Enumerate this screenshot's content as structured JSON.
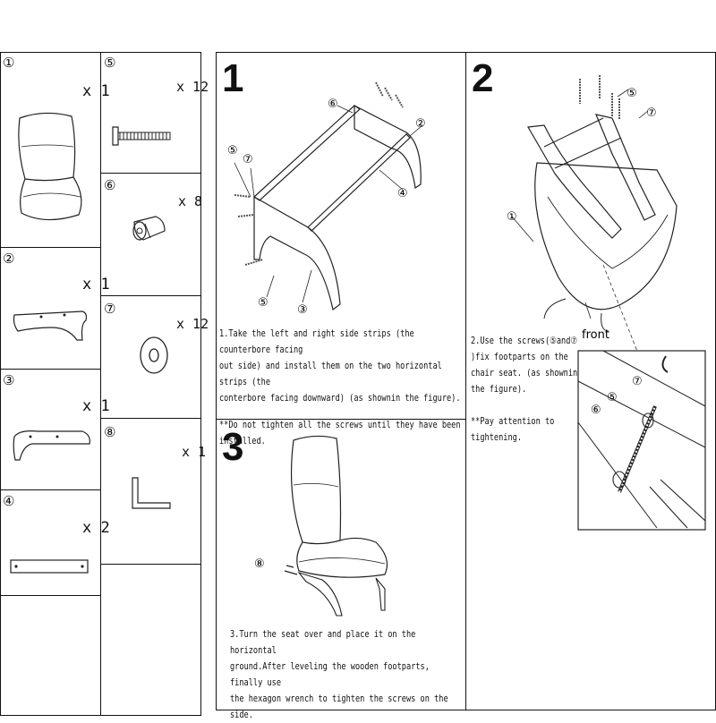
{
  "parts": [
    {
      "num": "①",
      "qty": "x 1",
      "name": "chair-seat"
    },
    {
      "num": "②",
      "qty": "x 1",
      "name": "right-side-strip"
    },
    {
      "num": "③",
      "qty": "x 1",
      "name": "left-side-strip"
    },
    {
      "num": "④",
      "qty": "x 2",
      "name": "horizontal-strip"
    },
    {
      "num": "⑤",
      "qty": "x 12",
      "name": "screw"
    },
    {
      "num": "⑥",
      "qty": "x 8",
      "name": "barrel-nut"
    },
    {
      "num": "⑦",
      "qty": "x 12",
      "name": "washer"
    },
    {
      "num": "⑧",
      "qty": "x 1",
      "name": "hex-wrench"
    }
  ],
  "steps": {
    "s1": {
      "number": "1",
      "line1": "1.Take the left and right side strips (the counterbore facing",
      "line2": "out side) and install them on the two horizontal strips (the",
      "line3": "conterbore facing downward) (as shownin the figure).",
      "note": "**Do not tighten all the screws until they have been installed.",
      "callouts": {
        "c2": "②",
        "c3": "③",
        "c4": "④",
        "c5": "⑤",
        "c5b": "⑤",
        "c6": "⑥",
        "c7": "⑦"
      }
    },
    "s2": {
      "number": "2",
      "line1": "2.Use the screws(⑤and⑦",
      "line2": ")fix footparts on the",
      "line3": "chair seat. (as shownin",
      "line4": "the figure).",
      "note1": "**Pay attention to",
      "note2": "tightening.",
      "front_label": "front",
      "callouts": {
        "c1": "①",
        "c5": "⑤",
        "c7": "⑦",
        "d5": "⑤",
        "d6": "⑥",
        "d7": "⑦"
      }
    },
    "s3": {
      "number": "3",
      "line1": "3.Turn the seat over and place it on the horizontal",
      "line2": "ground.After leveling the wooden footparts, finally use",
      "line3": "the hexagon wrench to tighten the screws on the side.",
      "callouts": {
        "c8": "⑧"
      }
    }
  }
}
